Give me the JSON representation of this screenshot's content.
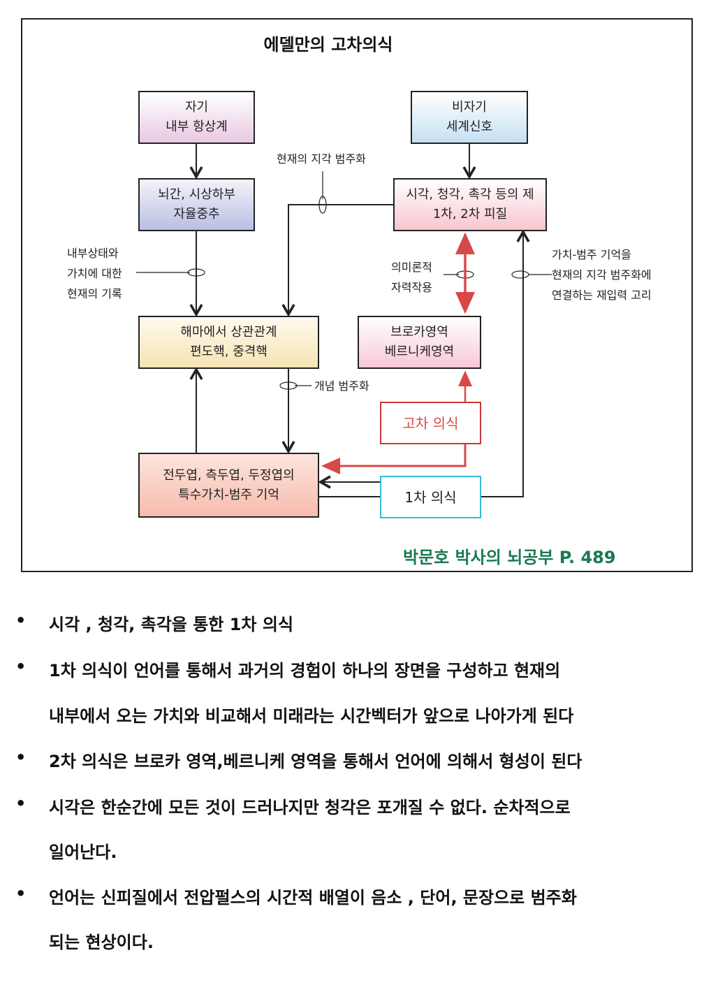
{
  "diagram": {
    "title": "에델만의 고차의식",
    "boxes": {
      "self": [
        "자기",
        "내부 항상계"
      ],
      "nonself": [
        "비자기",
        "세계신호"
      ],
      "brainstem": [
        "뇌간, 시상하부",
        "자율중추"
      ],
      "cortex": [
        "시각, 청각, 촉각 등의 제",
        "1차, 2차 피질"
      ],
      "hippocampus": [
        "해마에서 상관관계",
        "편도핵, 중격핵"
      ],
      "broca": [
        "브로카영역",
        "베르니케영역"
      ],
      "higher": "고차 의식",
      "frontal": [
        "전두엽, 측두엽, 두정엽의",
        "특수가치-범주 기억"
      ],
      "primary": "1차 의식"
    },
    "labels": {
      "perception": "현재의 지각 범주화",
      "internal": [
        "내부상태와",
        "가치에 대한",
        "현재의 기록"
      ],
      "semantic": [
        "의미론적",
        "자력작용"
      ],
      "reentry": [
        "가치-범주 기억을",
        "현재의 지각 범주화에",
        "연결하는 재입력 고리"
      ],
      "concept": "개념 범주화"
    },
    "source": "박문호 박사의 뇌공부 P.  489",
    "colors": {
      "red": "#d94848",
      "cyan": "#35b9d9",
      "green": "#1a7a50"
    }
  },
  "bullets": [
    "시각 , 청각, 촉각을 통한 1차 의식",
    " 1차 의식이 언어를 통해서 과거의 경험이 하나의 장면을 구성하고 현재의",
    "내부에서 오는 가치와 비교해서  미래라는 시간벡터가 앞으로 나아가게 된다",
    "2차 의식은 브로카 영역,베르니케 영역을 통해서 언어에 의해서 형성이 된다",
    "시각은 한순간에 모든 것이 드러나지만 청각은 포개질 수 없다. 순차적으로",
    "일어난다.",
    "언어는 신피질에서 전압펄스의 시간적 배열이 음소 , 단어, 문장으로 범주화",
    "되는 현상이다."
  ]
}
